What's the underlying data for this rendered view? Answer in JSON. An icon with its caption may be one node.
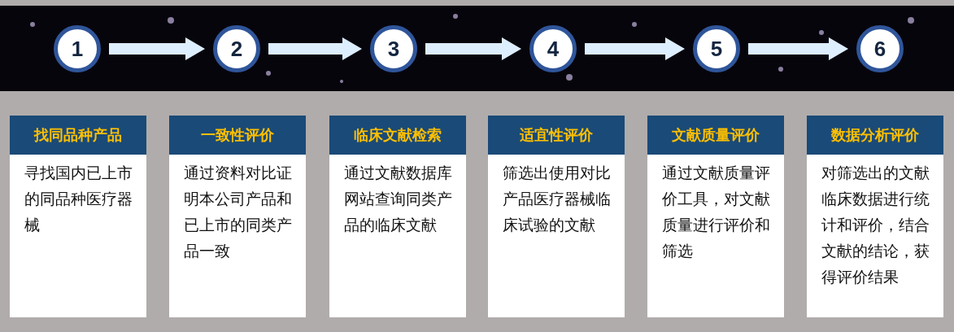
{
  "diagram": {
    "nodes": [
      {
        "text": [
          "1"
        ]
      },
      {
        "text": [
          "2"
        ]
      },
      {
        "text": [
          "3"
        ]
      },
      {
        "text": [
          "4"
        ]
      },
      {
        "text": [
          "5"
        ]
      },
      {
        "text": [
          "6"
        ]
      },
      {
        "text": [
          "找同品种产品",
          "寻找国内已上市的同品种医疗器械"
        ]
      },
      {
        "text": [
          "一致性评价",
          "通过资料对比证明本公司产品和已上市的同类产品一致"
        ]
      },
      {
        "text": [
          "临床文献检索",
          "通过文献数据库网站查询同类产品的临床文献"
        ]
      },
      {
        "text": [
          "适宜性评价",
          "筛选出使用对比产品医疗器械临床试验的文献"
        ]
      },
      {
        "text": [
          "文献质量评价",
          "通过文献质量评价工具，对文献质量进行评价和筛选"
        ]
      },
      {
        "text": [
          "数据分析评价",
          "对筛选出的文献临床数据进行统计和评价，结合文献的结论，获得评价结果"
        ]
      }
    ],
    "edges": [
      {
        "from": 0,
        "to": 1,
        "arrow": "to"
      },
      {
        "from": 1,
        "to": 2,
        "arrow": "to"
      },
      {
        "from": 2,
        "to": 3,
        "arrow": "to"
      },
      {
        "from": 3,
        "to": 4,
        "arrow": "to"
      },
      {
        "from": 4,
        "to": 5,
        "arrow": "to"
      }
    ]
  }
}
